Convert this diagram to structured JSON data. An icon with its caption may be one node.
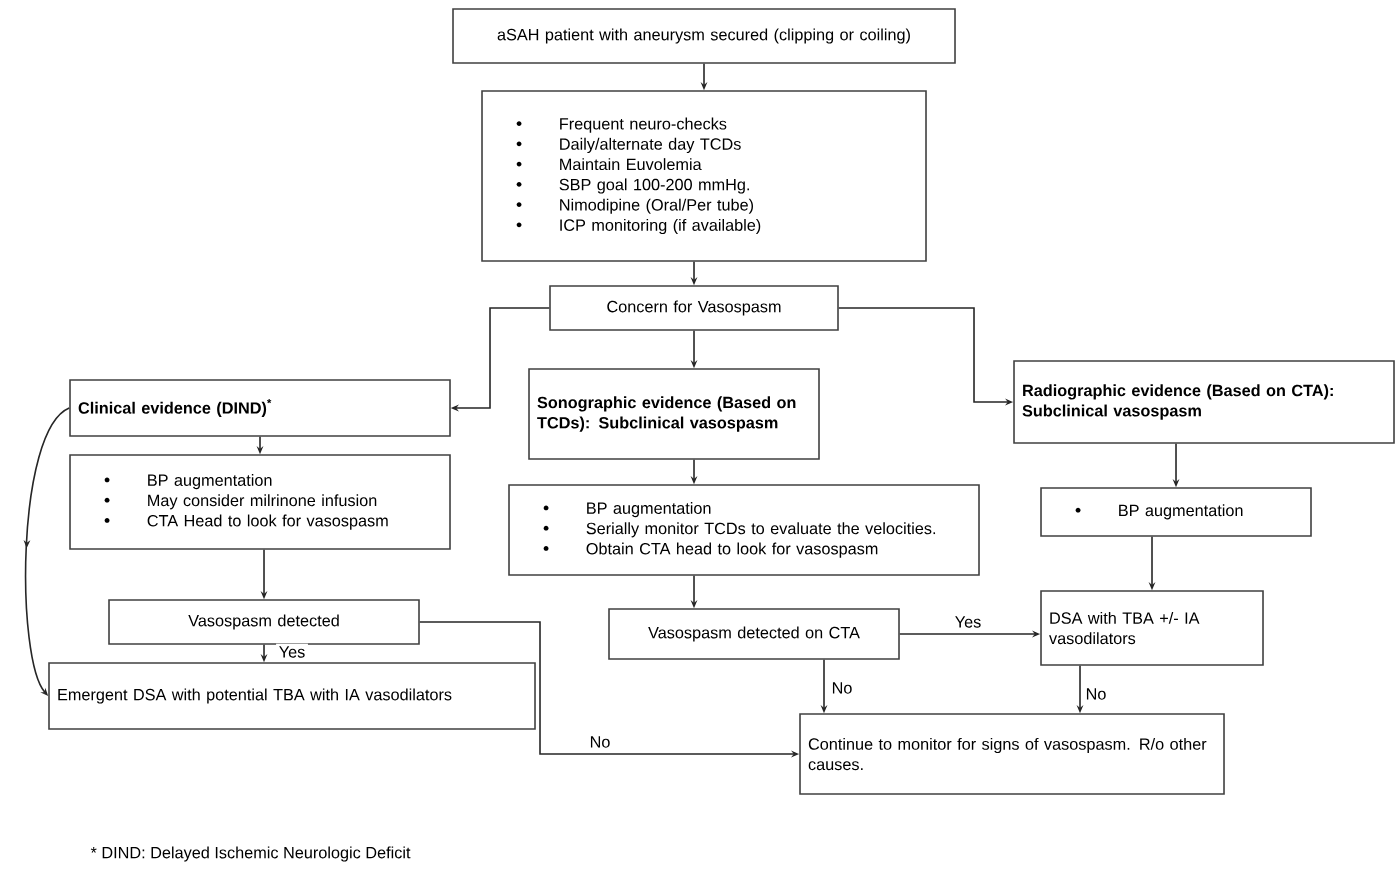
{
  "diagram": {
    "caption": "* DIND: Delayed Ischemic Neurologic Deficit",
    "nodes": [
      {
        "text": [
          "aSAH patient with aneurysm secured (clipping or coiling)"
        ]
      },
      {
        "text": [
          "Frequent neuro-checks",
          "Daily/alternate day TCDs",
          "Maintain Euvolemia",
          "SBP goal 100-200 mmHg.",
          "Nimodipine (Oral/Per tube)",
          "ICP monitoring (if available)"
        ]
      },
      {
        "text": [
          "Concern for Vasospasm"
        ]
      },
      {
        "text": [
          "Clinical evidence (DIND)$^{*}$"
        ]
      },
      {
        "text": [
          "BP augmentation",
          "May consider milrinone infusion",
          "CTA Head to look for vasospasm"
        ]
      },
      {
        "text": [
          "Vasospasm detected"
        ]
      },
      {
        "text": [
          "Emergent DSA with potential TBA with IA vasodilators"
        ]
      },
      {
        "text": [
          "Sonographic evidence (Based on TCDs): Subclinical vasospasm"
        ]
      },
      {
        "text": [
          "BP augmentation",
          "Serially monitor TCDs to evaluate the velocities.",
          "Obtain CTA head to look for vasospasm"
        ]
      },
      {
        "text": [
          "Vasospasm detected on CTA"
        ]
      },
      {
        "text": [
          "Radiographic evidence (Based on CTA): Subclinical vasospasm"
        ]
      },
      {
        "text": [
          "BP augmentation"
        ]
      },
      {
        "text": [
          "DSA with TBA +/- IA vasodilators"
        ]
      },
      {
        "text": [
          "Continue to monitor for signs of vasospasm. R/o other causes."
        ]
      }
    ],
    "edges": [
      {
        "from": 0,
        "to": 1,
        "arrow": "to"
      },
      {
        "from": 1,
        "to": 2,
        "arrow": "to"
      },
      {
        "from": 2,
        "to": 3,
        "arrow": "to"
      },
      {
        "from": 2,
        "to": 7,
        "arrow": "to"
      },
      {
        "from": 2,
        "to": 10,
        "arrow": "to"
      },
      {
        "from": 3,
        "to": 4,
        "arrow": "to"
      },
      {
        "from": 4,
        "to": 5,
        "arrow": "to"
      },
      {
        "from": 5,
        "to": 6,
        "arrow": "to",
        "label": "Yes"
      },
      {
        "from": 5,
        "to": 13,
        "arrow": "to",
        "label": "No"
      },
      {
        "from": 3,
        "to": 6,
        "arrow": "to"
      },
      {
        "from": 7,
        "to": 8,
        "arrow": "to"
      },
      {
        "from": 8,
        "to": 9,
        "arrow": "to"
      },
      {
        "from": 9,
        "to": 12,
        "arrow": "to",
        "label": "Yes"
      },
      {
        "from": 9,
        "to": 13,
        "arrow": "to",
        "label": "No"
      },
      {
        "from": 10,
        "to": 11,
        "arrow": "to"
      },
      {
        "from": 11,
        "to": 12,
        "arrow": "to"
      },
      {
        "from": 12,
        "to": 13,
        "arrow": "to",
        "label": "No"
      }
    ]
  }
}
